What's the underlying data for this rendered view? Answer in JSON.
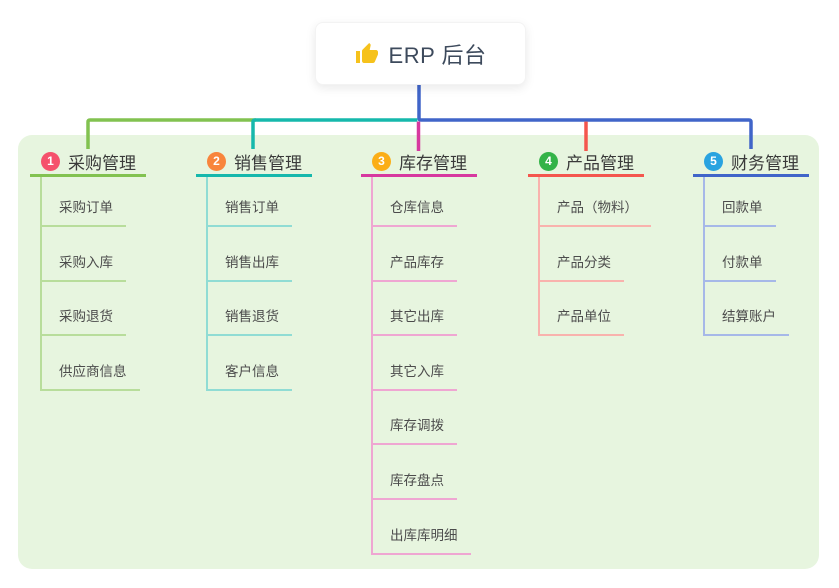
{
  "root": {
    "title": "ERP 后台",
    "icon": "thumbs-up-icon",
    "title_color": "#3d4a5c",
    "thumb_color": "#f6c21c",
    "line_color": "#4065c9"
  },
  "canvas": {
    "page_background": "#ffffff",
    "container_background": "#e7f5df"
  },
  "branches": [
    {
      "index": "1",
      "label": "采购管理",
      "badge_color": "#f5516c",
      "line_color": "#82c250",
      "sub_line_color": "#b8dd9b",
      "items": [
        "采购订单",
        "采购入库",
        "采购退货",
        "供应商信息"
      ]
    },
    {
      "index": "2",
      "label": "销售管理",
      "badge_color": "#f8853c",
      "line_color": "#16b8ac",
      "sub_line_color": "#90dcd4",
      "items": [
        "销售订单",
        "销售出库",
        "销售退货",
        "客户信息"
      ]
    },
    {
      "index": "3",
      "label": "库存管理",
      "badge_color": "#fbae17",
      "line_color": "#d7389f",
      "sub_line_color": "#efa6d2",
      "items": [
        "仓库信息",
        "产品库存",
        "其它出库",
        "其它入库",
        "库存调拨",
        "库存盘点",
        "出库库明细"
      ]
    },
    {
      "index": "4",
      "label": "产品管理",
      "badge_color": "#33b348",
      "line_color": "#f4564e",
      "sub_line_color": "#f9b2ad",
      "items": [
        "产品（物料）",
        "产品分类",
        "产品单位"
      ]
    },
    {
      "index": "5",
      "label": "财务管理",
      "badge_color": "#29a3e0",
      "line_color": "#4065c9",
      "sub_line_color": "#a6b8e8",
      "items": [
        "回款单",
        "付款单",
        "结算账户"
      ]
    }
  ]
}
